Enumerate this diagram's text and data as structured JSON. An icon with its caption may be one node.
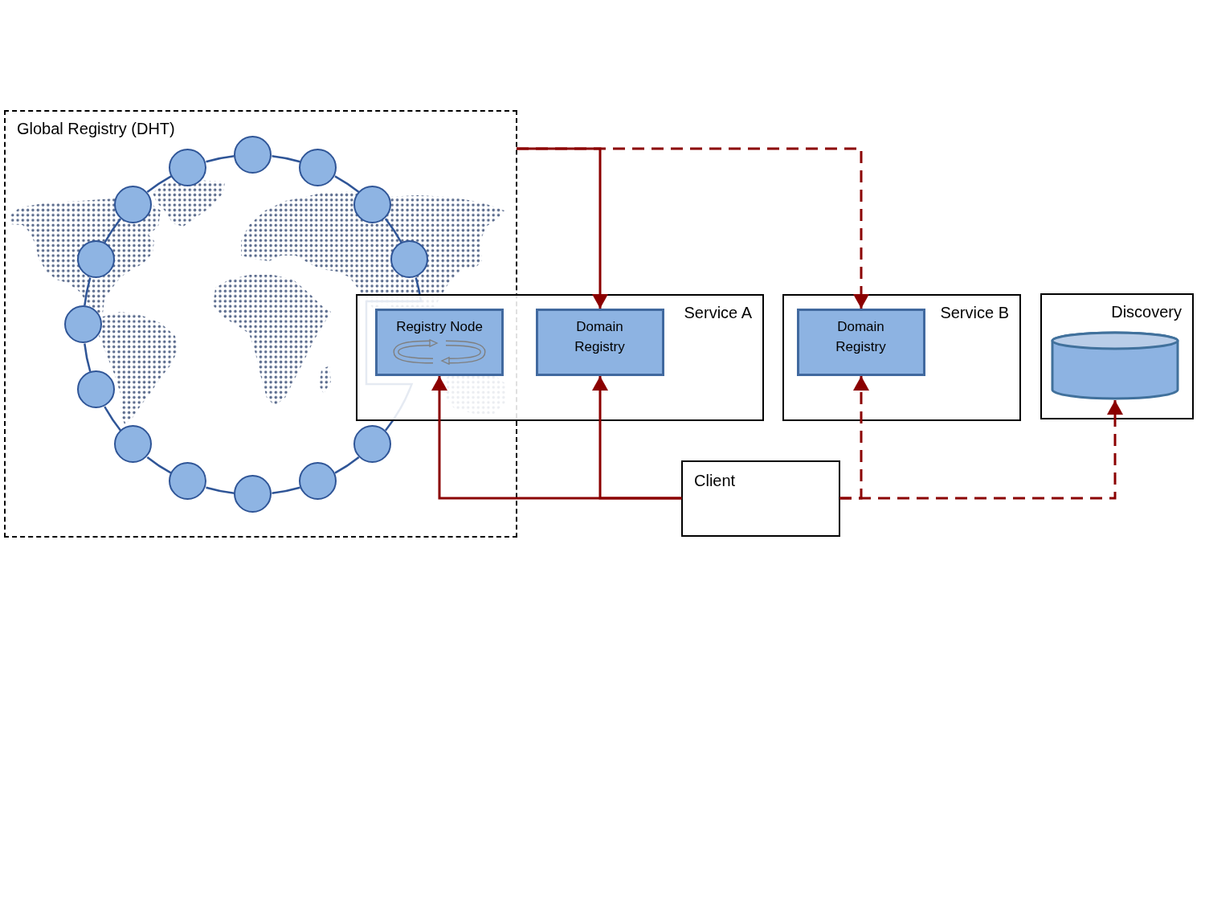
{
  "diagram": {
    "nodes": [
      {
        "text": [
          "Global Registry (DHT)"
        ]
      },
      {
        "text": [],
        "shape": "circle",
        "in": 0
      },
      {
        "text": [],
        "shape": "circle",
        "in": 0
      },
      {
        "text": [],
        "shape": "circle",
        "in": 0
      },
      {
        "text": [],
        "shape": "circle",
        "in": 0
      },
      {
        "text": [],
        "shape": "circle",
        "in": 0
      },
      {
        "text": [],
        "shape": "circle",
        "in": 0
      },
      {
        "text": [],
        "shape": "circle",
        "in": 0
      },
      {
        "text": [],
        "shape": "circle",
        "in": 0
      },
      {
        "text": [],
        "shape": "circle",
        "in": 0
      },
      {
        "text": [],
        "shape": "circle",
        "in": 0
      },
      {
        "text": [],
        "shape": "circle",
        "in": 0
      },
      {
        "text": [],
        "shape": "circle",
        "in": 0
      },
      {
        "text": [],
        "shape": "circle",
        "in": 0
      },
      {
        "text": [],
        "shape": "circle",
        "in": 0
      },
      {
        "text": [
          "Service A"
        ]
      },
      {
        "text": [
          "Registry Node"
        ]
      },
      {
        "text": [
          "Domain Registry"
        ],
        "in": 15
      },
      {
        "text": [
          "Service B"
        ]
      },
      {
        "text": [
          "Domain Registry"
        ],
        "in": 18
      },
      {
        "text": [
          "Discovery"
        ]
      },
      {
        "text": [],
        "shape": "cylinder",
        "in": 20
      },
      {
        "text": [
          "Client"
        ]
      }
    ],
    "edges": [
      {
        "from": 0,
        "to": 17,
        "arrow": "to",
        "color": "#8b0000"
      },
      {
        "from": 0,
        "to": 19,
        "arrow": "to",
        "style": "dashed",
        "color": "#8b0000"
      },
      {
        "from": 22,
        "to": 16,
        "arrow": "to",
        "color": "#8b0000"
      },
      {
        "from": 22,
        "to": 17,
        "arrow": "to",
        "color": "#8b0000"
      },
      {
        "from": 22,
        "to": 19,
        "arrow": "to",
        "style": "dashed",
        "color": "#8b0000"
      },
      {
        "from": 22,
        "to": 21,
        "arrow": "to",
        "style": "dashed",
        "color": "#8b0000"
      },
      {
        "from": 1,
        "to": 2,
        "arrow": "none"
      },
      {
        "from": 2,
        "to": 3,
        "arrow": "none"
      },
      {
        "from": 3,
        "to": 4,
        "arrow": "none"
      },
      {
        "from": 4,
        "to": 5,
        "arrow": "none"
      },
      {
        "from": 5,
        "to": 6,
        "arrow": "none"
      },
      {
        "from": 6,
        "to": 7,
        "arrow": "none"
      },
      {
        "from": 7,
        "to": 8,
        "arrow": "none"
      },
      {
        "from": 8,
        "to": 9,
        "arrow": "none"
      },
      {
        "from": 9,
        "to": 10,
        "arrow": "none"
      },
      {
        "from": 10,
        "to": 11,
        "arrow": "none"
      },
      {
        "from": 11,
        "to": 12,
        "arrow": "none"
      },
      {
        "from": 12,
        "to": 13,
        "arrow": "none"
      },
      {
        "from": 13,
        "to": 14,
        "arrow": "none"
      },
      {
        "from": 14,
        "to": 1,
        "arrow": "none"
      }
    ]
  }
}
